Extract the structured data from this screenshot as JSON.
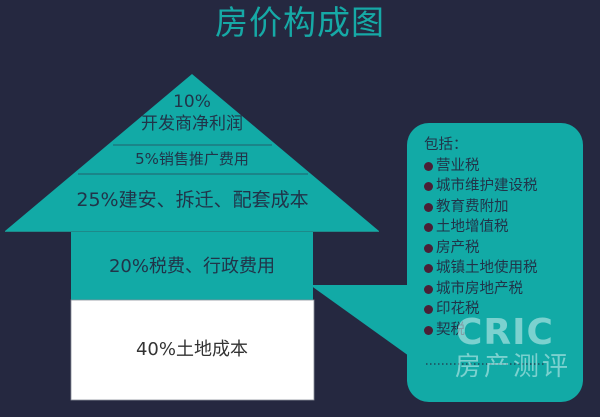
{
  "title": "房价构成图",
  "colors": {
    "background": "#252840",
    "teal": "#12aaa6",
    "white": "#ffffff",
    "text_dark": "#213449",
    "bullet": "#4a1f36"
  },
  "house": {
    "roof": {
      "top": {
        "percent": "10%",
        "label": "开发商净利润"
      },
      "middle": {
        "label": "5%销售推广费用"
      },
      "bottom": {
        "label": "25%建安、拆迁、配套成本"
      }
    },
    "body": {
      "taxes": {
        "label": "20%税费、行政费用"
      },
      "land": {
        "label": "40%土地成本"
      }
    }
  },
  "callout": {
    "heading": "包括：",
    "items": [
      "营业税",
      "城市维护建设税",
      "教育费附加",
      "土地增值税",
      "房产税",
      "城镇土地使用税",
      "城市房地产税",
      "印花税",
      "契税"
    ],
    "more": "……"
  },
  "watermark": {
    "brand": "CRIC",
    "subtitle": "房产测评"
  },
  "chart_data": {
    "type": "table",
    "title": "房价构成图",
    "categories": [
      "开发商净利润",
      "销售推广费用",
      "建安、拆迁、配套成本",
      "税费、行政费用",
      "土地成本"
    ],
    "values": [
      10,
      5,
      25,
      20,
      40
    ],
    "unit": "%",
    "notes": {
      "税费、行政费用": [
        "营业税",
        "城市维护建设税",
        "教育费附加",
        "土地增值税",
        "房产税",
        "城镇土地使用税",
        "城市房地产税",
        "印花税",
        "契税",
        "……"
      ]
    }
  }
}
